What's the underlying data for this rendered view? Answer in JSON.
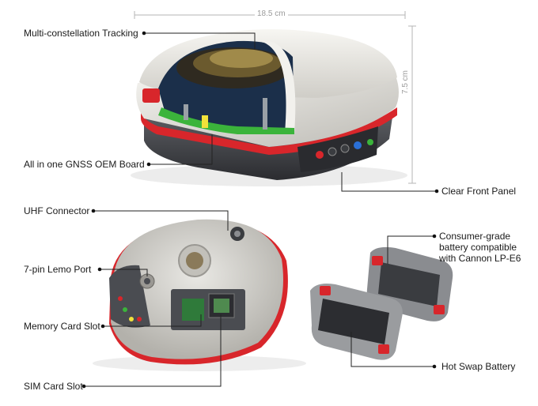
{
  "dimensions": {
    "width_label": "18.5 cm",
    "height_label": "7.5 cm"
  },
  "callouts": {
    "multi_constellation": "Multi-constellation Tracking",
    "oem_board": "All in one GNSS OEM Board",
    "front_panel": "Clear Front Panel",
    "uhf_connector": "UHF Connector",
    "lemo_port": "7-pin Lemo Port",
    "memory_card": "Memory Card Slot",
    "sim_card": "SIM Card Slot",
    "battery_line1": "Consumer-grade",
    "battery_line2": "battery compatible",
    "battery_line3": "with Cannon LP-E6",
    "hot_swap": "Hot Swap Battery"
  },
  "colors": {
    "shell_white": "#ecebe6",
    "accent_red": "#d8262b",
    "base_dark": "#3a3c40",
    "board_green": "#3bb43b",
    "label_text": "#1a1a1a",
    "dimension_grey": "#9a9a9a"
  }
}
